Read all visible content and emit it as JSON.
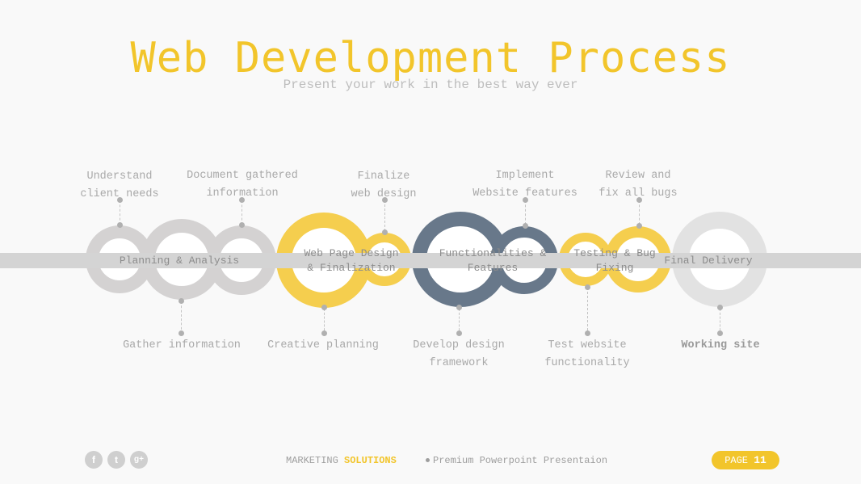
{
  "header": {
    "title": "Web Development Process",
    "subtitle": "Present your work in the best way ever"
  },
  "colors": {
    "accent_yellow": "#f2c52b",
    "slate": "#68788a",
    "light_gray": "#d4d2d2",
    "band": "#d4d4d4"
  },
  "stages": [
    {
      "label": "Planning & Analysis"
    },
    {
      "label": "Web Page Design & Finalization"
    },
    {
      "label": "Functionalities & Features"
    },
    {
      "label": "Testing & Bug Fixing"
    },
    {
      "label": "Final Delivery"
    }
  ],
  "notes_top": [
    {
      "line1": "Understand",
      "line2": "client needs"
    },
    {
      "line1": "Document gathered",
      "line2": "information"
    },
    {
      "line1": "Finalize",
      "line2": "web design"
    },
    {
      "line1": "Implement",
      "line2": "Website features"
    },
    {
      "line1": "Review and",
      "line2": "fix all bugs"
    }
  ],
  "notes_bottom": [
    {
      "line1": "Gather information",
      "line2": ""
    },
    {
      "line1": "Creative planning",
      "line2": ""
    },
    {
      "line1": "Develop design",
      "line2": "framework"
    },
    {
      "line1": "Test website",
      "line2": "functionality"
    },
    {
      "line1": "Working site",
      "line2": ""
    }
  ],
  "footer": {
    "social_icons": [
      "facebook-icon",
      "twitter-icon",
      "google-plus-icon"
    ],
    "social_glyphs": [
      "f",
      "t",
      "g+"
    ],
    "brand_prefix": "MARKETING",
    "brand_accent": "SOLUTIONS",
    "tagline": "Premium Powerpoint Presentaion",
    "page_label": "PAGE",
    "page_number": "11"
  }
}
